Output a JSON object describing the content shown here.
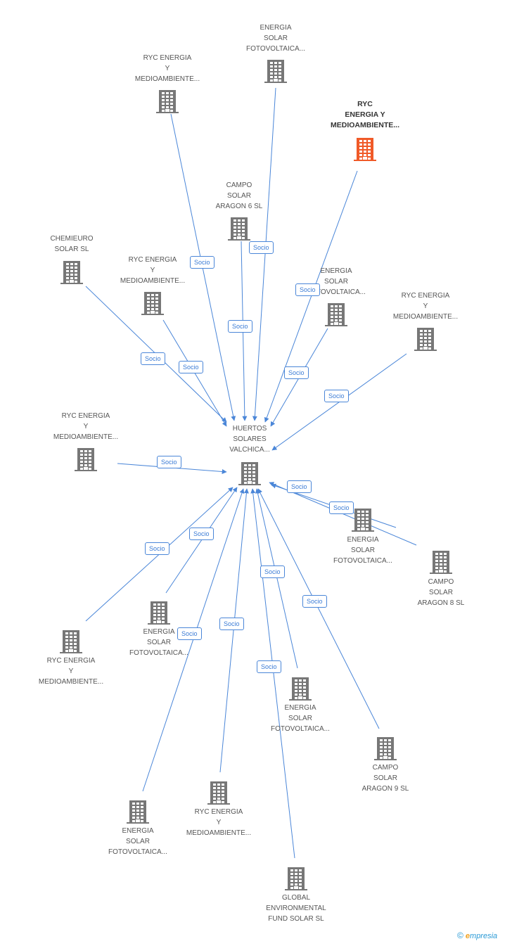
{
  "colors": {
    "edge": "#4a86d8",
    "node": "#777777",
    "highlight": "#f05a28"
  },
  "center": {
    "name": "center-node",
    "lines": [
      "HUERTOS",
      "SOLARES",
      "VALCHICA..."
    ]
  },
  "edge_label": "Socio",
  "nodes": [
    {
      "name": "node-energia-solar-top",
      "lines": [
        "ENERGIA",
        "SOLAR",
        "FOTOVOLTAICA..."
      ]
    },
    {
      "name": "node-ryc-top-left",
      "lines": [
        "RYC ENERGIA",
        "Y",
        "MEDIOAMBIENTE..."
      ]
    },
    {
      "name": "node-ryc-highlight",
      "lines": [
        "RYC",
        "ENERGIA Y",
        "MEDIOAMBIENTE..."
      ],
      "highlight": true
    },
    {
      "name": "node-campo-aragon-6",
      "lines": [
        "CAMPO",
        "SOLAR",
        "ARAGON 6 SL"
      ]
    },
    {
      "name": "node-chemieuro",
      "lines": [
        "CHEMIEURO",
        "SOLAR SL"
      ]
    },
    {
      "name": "node-ryc-mid-left",
      "lines": [
        "RYC ENERGIA",
        "Y",
        "MEDIOAMBIENTE..."
      ]
    },
    {
      "name": "node-energia-solar-mid",
      "lines": [
        "ENERGIA",
        "SOLAR",
        "FOTOVOLTAICA..."
      ]
    },
    {
      "name": "node-ryc-right",
      "lines": [
        "RYC ENERGIA",
        "Y",
        "MEDIOAMBIENTE..."
      ]
    },
    {
      "name": "node-ryc-left",
      "lines": [
        "RYC ENERGIA",
        "Y",
        "MEDIOAMBIENTE..."
      ]
    },
    {
      "name": "node-energia-solar-right",
      "lines": [
        "ENERGIA",
        "SOLAR",
        "FOTOVOLTAICA..."
      ]
    },
    {
      "name": "node-campo-aragon-8",
      "lines": [
        "CAMPO",
        "SOLAR",
        "ARAGON 8 SL"
      ]
    },
    {
      "name": "node-energia-solar-lower-left",
      "lines": [
        "ENERGIA",
        "SOLAR",
        "FOTOVOLTAICA..."
      ]
    },
    {
      "name": "node-ryc-lower-left",
      "lines": [
        "RYC ENERGIA",
        "Y",
        "MEDIOAMBIENTE..."
      ]
    },
    {
      "name": "node-energia-solar-lower-mid",
      "lines": [
        "ENERGIA",
        "SOLAR",
        "FOTOVOLTAICA..."
      ]
    },
    {
      "name": "node-campo-aragon-9",
      "lines": [
        "CAMPO",
        "SOLAR",
        "ARAGON 9 SL"
      ]
    },
    {
      "name": "node-energia-solar-bottom-left",
      "lines": [
        "ENERGIA",
        "SOLAR",
        "FOTOVOLTAICA..."
      ]
    },
    {
      "name": "node-ryc-bottom",
      "lines": [
        "RYC ENERGIA",
        "Y",
        "MEDIOAMBIENTE..."
      ]
    },
    {
      "name": "node-global-environmental",
      "lines": [
        "GLOBAL",
        "ENVIRONMENTAL",
        "FUND SOLAR SL"
      ]
    }
  ],
  "brand": {
    "copyright": "©",
    "initial": "e",
    "rest": "mpresia"
  }
}
